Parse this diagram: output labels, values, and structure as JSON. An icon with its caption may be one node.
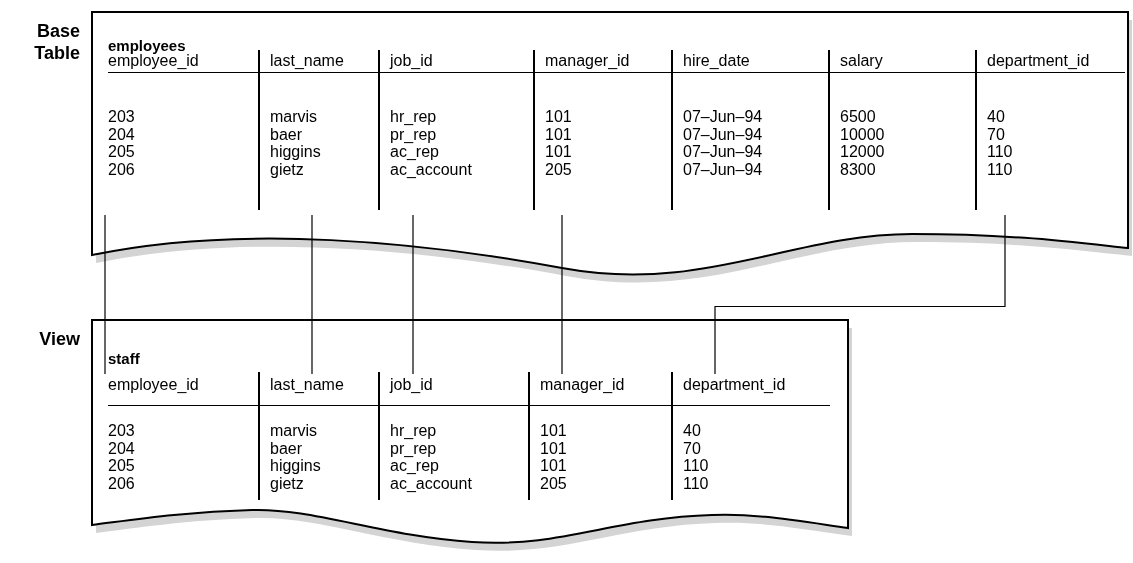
{
  "diagram": {
    "nodes": [
      {
        "text": [
          "employees"
        ],
        "beside": [
          "Base Table"
        ]
      },
      {
        "text": [
          "employee_id",
          "203",
          "204",
          "205",
          "206"
        ],
        "in": 0
      },
      {
        "text": [
          "last_name",
          "marvis",
          "baer",
          "higgins",
          "gietz"
        ],
        "in": 0
      },
      {
        "text": [
          "job_id",
          "hr_rep",
          "pr_rep",
          "ac_rep",
          "ac_account"
        ],
        "in": 0
      },
      {
        "text": [
          "manager_id",
          "101",
          "101",
          "101",
          "205"
        ],
        "in": 0
      },
      {
        "text": [
          "hire_date",
          "07–Jun–94",
          "07–Jun–94",
          "07–Jun–94",
          "07–Jun–94"
        ],
        "in": 0
      },
      {
        "text": [
          "salary",
          "6500",
          "10000",
          "12000",
          "8300"
        ],
        "in": 0
      },
      {
        "text": [
          "department_id",
          "40",
          "70",
          "110",
          "110"
        ],
        "in": 0
      },
      {
        "text": [
          "staff"
        ],
        "beside": [
          "View"
        ]
      },
      {
        "text": [
          "employee_id",
          "203",
          "204",
          "205",
          "206"
        ],
        "in": 8
      },
      {
        "text": [
          "last_name",
          "marvis",
          "baer",
          "higgins",
          "gietz"
        ],
        "in": 8
      },
      {
        "text": [
          "job_id",
          "hr_rep",
          "pr_rep",
          "ac_rep",
          "ac_account"
        ],
        "in": 8
      },
      {
        "text": [
          "manager_id",
          "101",
          "101",
          "101",
          "205"
        ],
        "in": 8
      },
      {
        "text": [
          "department_id",
          "40",
          "70",
          "110",
          "110"
        ],
        "in": 8
      }
    ],
    "edges": [
      {
        "from": 1,
        "to": 9,
        "arrow": "none"
      },
      {
        "from": 2,
        "to": 10,
        "arrow": "none"
      },
      {
        "from": 3,
        "to": 11,
        "arrow": "none"
      },
      {
        "from": 4,
        "to": 12,
        "arrow": "none"
      },
      {
        "from": 7,
        "to": 13,
        "arrow": "none"
      }
    ]
  }
}
